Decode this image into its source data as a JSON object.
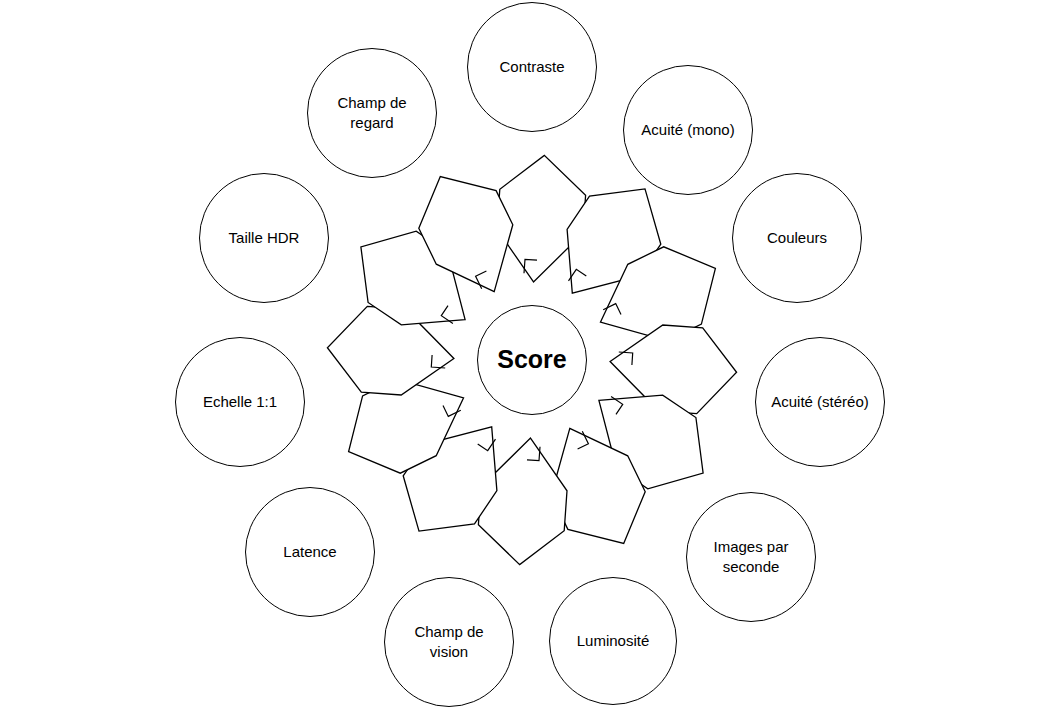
{
  "diagram": {
    "nodes": [
      {
        "text": [
          "Contraste"
        ]
      },
      {
        "text": [
          "Acuité (mono)"
        ]
      },
      {
        "text": [
          "Couleurs"
        ]
      },
      {
        "text": [
          "Acuité (stéréo)"
        ]
      },
      {
        "text": [
          "Images par seconde"
        ]
      },
      {
        "text": [
          "Luminosité"
        ]
      },
      {
        "text": [
          "Champ de vision"
        ]
      },
      {
        "text": [
          "Latence"
        ]
      },
      {
        "text": [
          "Echelle 1:1"
        ]
      },
      {
        "text": [
          "Taille HDR"
        ]
      },
      {
        "text": [
          "Champ de regard"
        ]
      },
      {
        "text": [
          "Score"
        ]
      }
    ]
  }
}
